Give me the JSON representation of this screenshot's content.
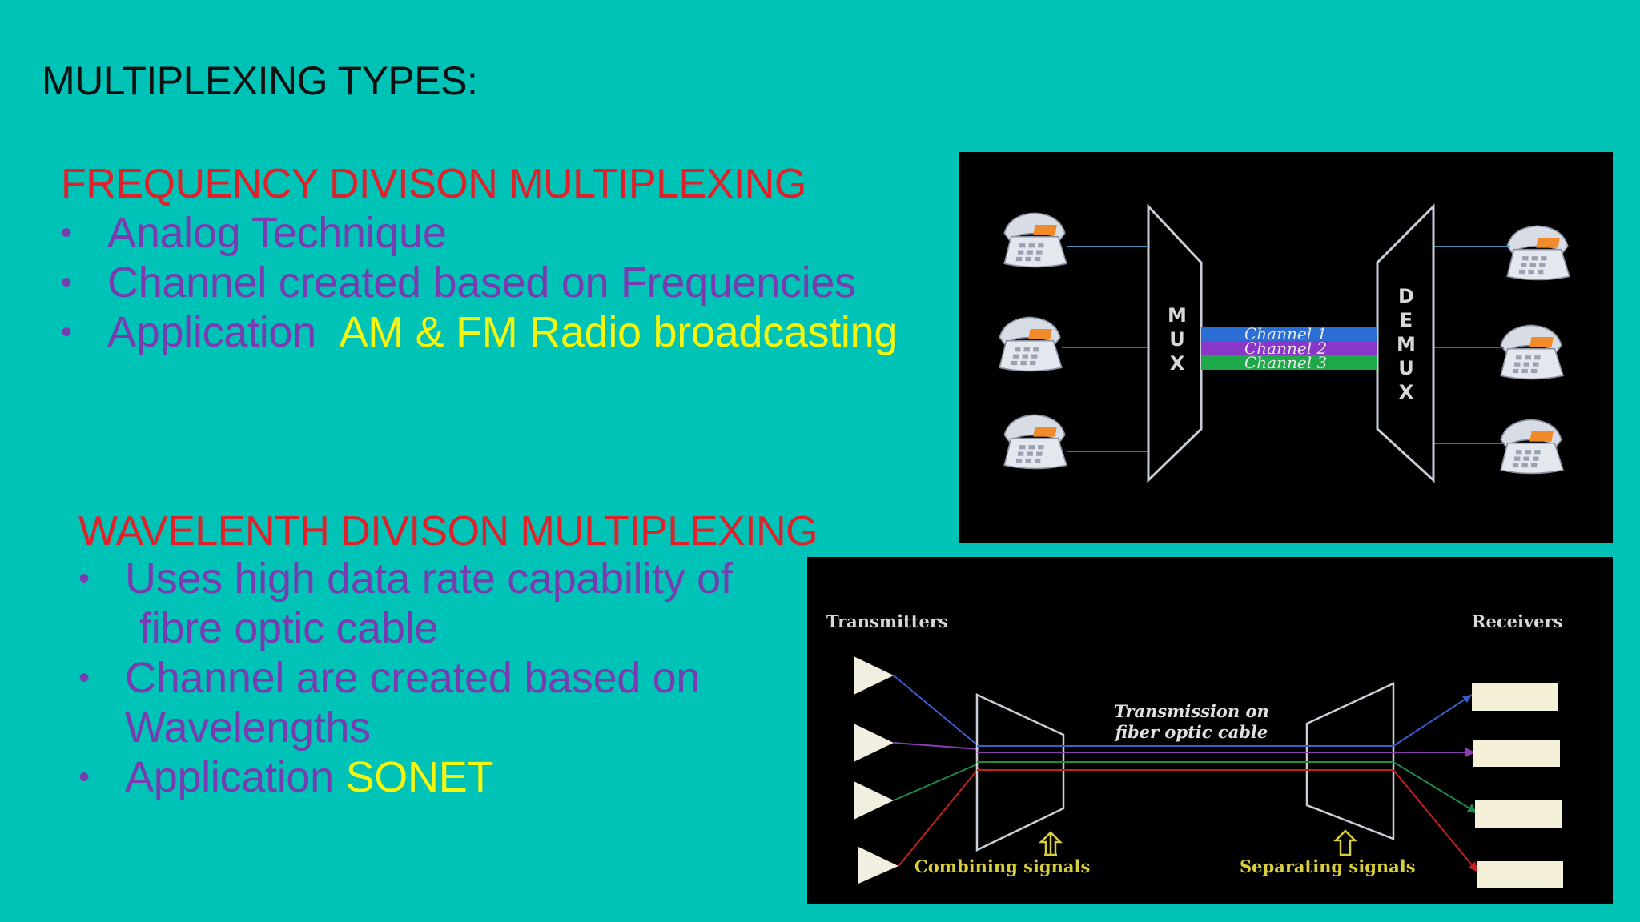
{
  "slide": {
    "title": "MULTIPLEXING TYPES:",
    "fdm": {
      "heading": "FREQUENCY DIVISON MULTIPLEXING",
      "bullets": [
        {
          "text": "Analog Technique"
        },
        {
          "text": "Channel created based on Frequencies"
        },
        {
          "text": "Application ",
          "highlight": "AM & FM Radio broadcasting"
        }
      ]
    },
    "wdm": {
      "heading": "WAVELENTH DIVISON MULTIPLEXING",
      "bullets": [
        {
          "line1": "Uses high data rate  capability of",
          "line2": "fibre optic cable"
        },
        {
          "line1": "Channel are created based on",
          "line2": "Wavelengths"
        },
        {
          "text": "Application ",
          "highlight": "SONET"
        }
      ]
    }
  },
  "fdm_diagram": {
    "mux_label": [
      "M",
      "U",
      "X"
    ],
    "demux_label": [
      "D",
      "E",
      "M",
      "U",
      "X"
    ],
    "channels": [
      "Channel 1",
      "Channel 2",
      "Channel 3"
    ],
    "channel_colors": [
      "#2B6FD6",
      "#8A36C8",
      "#1FA84A"
    ],
    "phone_icon": "telephone-icon"
  },
  "wdm_diagram": {
    "transmitters_label": "Transmitters",
    "receivers_label": "Receivers",
    "transmission_label_line1": "Transmission on",
    "transmission_label_line2": "fiber optic cable",
    "combining_label": "Combining signals",
    "separating_label": "Separating signals",
    "colors": {
      "text": "#D8D8D8",
      "yellow": "#D9CF3A",
      "signal_blue": "#3A5DC8",
      "signal_purple": "#8B3DB3",
      "signal_green": "#1E8A44",
      "signal_red": "#C4201C"
    }
  },
  "colors": {
    "background": "#00C3B8",
    "heading_red": "#E2202A",
    "bullet_purple": "#7A3BB0",
    "highlight_yellow": "#F5F50E"
  }
}
